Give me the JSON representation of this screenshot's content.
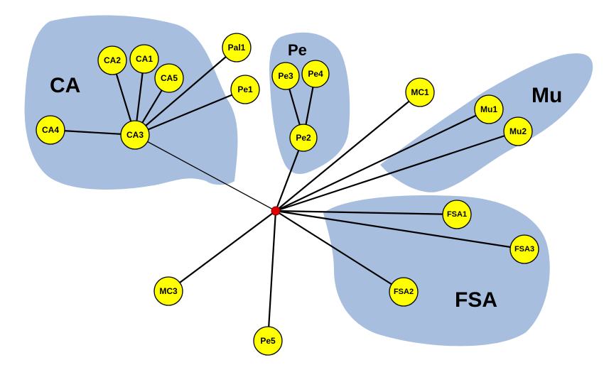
{
  "regions": {
    "ca": {
      "label": "CA",
      "color": "#a8bedf"
    },
    "pe": {
      "label": "Pe",
      "color": "#a8bedf"
    },
    "mu": {
      "label": "Mu",
      "color": "#a8bedf"
    },
    "fsa": {
      "label": "FSA",
      "color": "#a8bedf"
    }
  },
  "nodes": {
    "pal1": "Pal1",
    "ca2": "CA2",
    "ca1": "CA1",
    "ca5": "CA5",
    "pe1": "Pe1",
    "ca4": "CA4",
    "ca3": "CA3",
    "pe3": "Pe3",
    "pe4": "Pe4",
    "pe2": "Pe2",
    "mc1": "MC1",
    "mu1": "Mu1",
    "mu2": "Mu2",
    "fsa1": "FSA1",
    "fsa3": "FSA3",
    "fsa2": "FSA2",
    "mc3": "MC3",
    "pe5": "Pe5"
  },
  "colors": {
    "node_fill": "#ffff00",
    "hub": "#e00000",
    "region_fill": "#a8bedf"
  }
}
